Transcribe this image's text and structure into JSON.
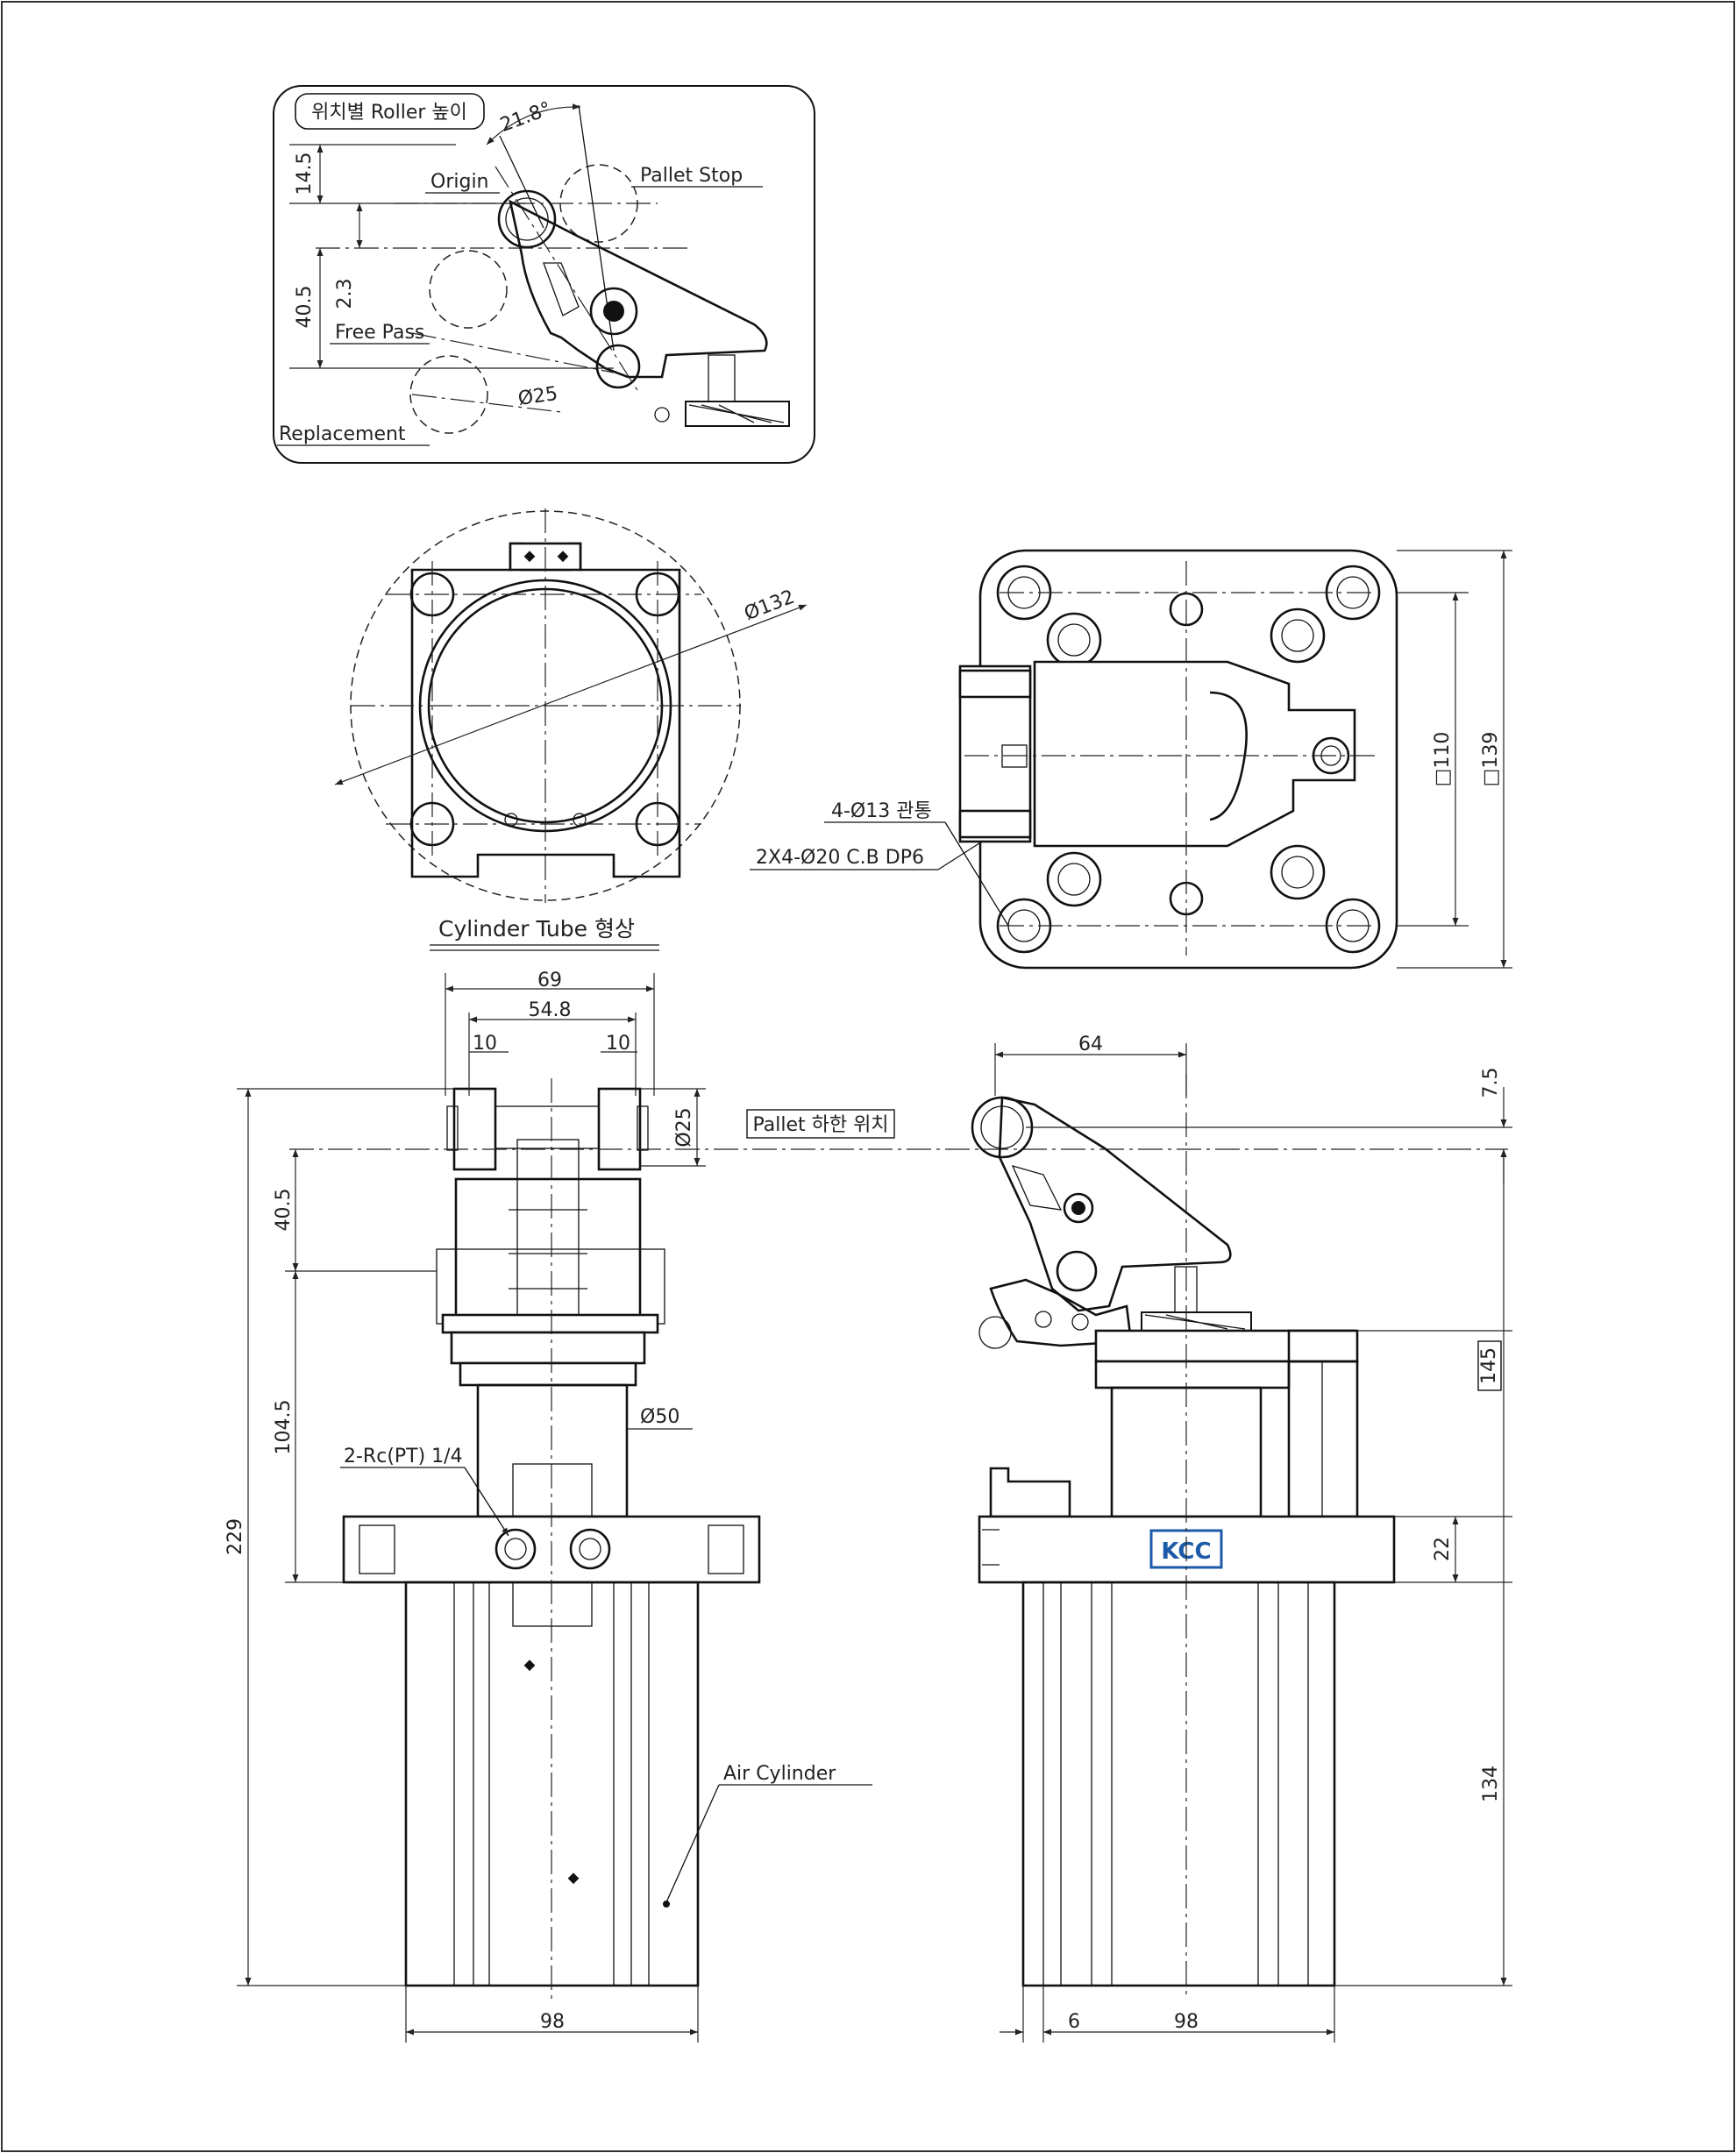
{
  "roller_height_view": {
    "box_title": "위치별 Roller 높이",
    "angle": "21.8°",
    "origin": "Origin",
    "pallet_stop": "Pallet Stop",
    "free_pass": "Free Pass",
    "replacement": "Replacement",
    "roller_dia": "Ø25",
    "dim_14_5": "14.5",
    "dim_40_5": "40.5",
    "dim_2_3": "2.3"
  },
  "cylinder_tube_view": {
    "dia": "Ø132",
    "caption": "Cylinder Tube 형상"
  },
  "top_view": {
    "holes_through": "4-Ø13 관통",
    "counterbore": "2X4-Ø20 C.B DP6",
    "sq_110": "□110",
    "sq_139": "□139"
  },
  "front_view": {
    "dim_69": "69",
    "dim_54_8": "54.8",
    "dim_10_left": "10",
    "dim_10_right": "10",
    "roller_dia": "Ø25",
    "pallet_position": "Pallet 하한 위치",
    "dim_40_5": "40.5",
    "dim_104_5": "104.5",
    "dim_229": "229",
    "rod_dia": "Ø50",
    "port": "2-Rc(PT) 1/4",
    "air_cylinder": "Air Cylinder",
    "dim_98": "98"
  },
  "side_view": {
    "dim_64": "64",
    "dim_7_5": "7.5",
    "dim_145": "145",
    "dim_22": "22",
    "dim_134": "134",
    "dim_6": "6",
    "dim_98": "98",
    "logo": "KCC",
    "logo_color": "#1d5aa8"
  }
}
